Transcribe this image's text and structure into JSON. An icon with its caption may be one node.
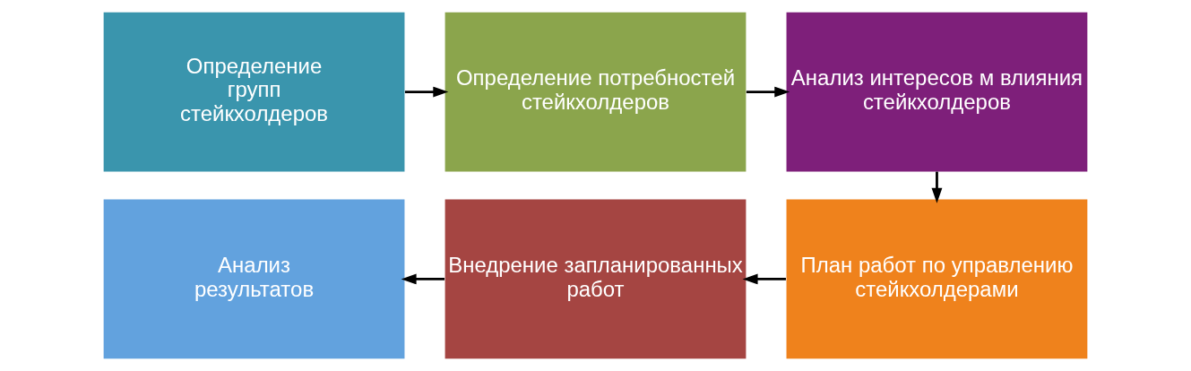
{
  "diagram": {
    "nodes": [
      {
        "text": [
          "Определение групп стейкхолдеров"
        ]
      },
      {
        "text": [
          "Определение потребностей стейкхолдеров"
        ]
      },
      {
        "text": [
          "Анализ интересов м влияния стейкхолдеров"
        ]
      },
      {
        "text": [
          "План работ по управлению стейкхолдерами"
        ]
      },
      {
        "text": [
          "Внедрение запланированных работ"
        ]
      },
      {
        "text": [
          "Анализ результатов"
        ]
      }
    ],
    "edges": [
      {
        "from": 0,
        "to": 1,
        "arrow": "to"
      },
      {
        "from": 1,
        "to": 2,
        "arrow": "to"
      },
      {
        "from": 2,
        "to": 3,
        "arrow": "to"
      },
      {
        "from": 3,
        "to": 4,
        "arrow": "to"
      },
      {
        "from": 4,
        "to": 5,
        "arrow": "to"
      }
    ]
  }
}
